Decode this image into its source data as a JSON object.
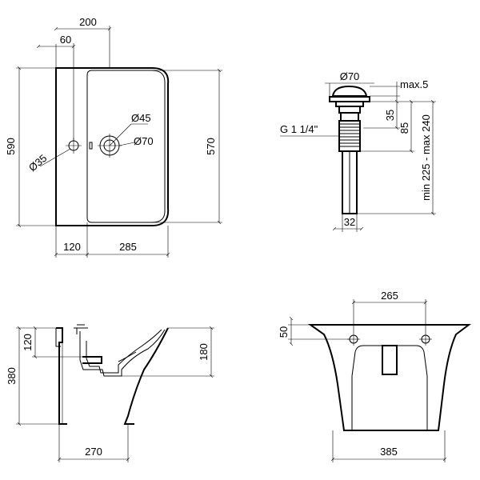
{
  "top_view": {
    "dim_200": "200",
    "dim_60": "60",
    "dim_590": "590",
    "dim_570": "570",
    "dim_d35": "Ø35",
    "dim_d45": "Ø45",
    "dim_d70": "Ø70",
    "dim_120": "120",
    "dim_285": "285"
  },
  "drain_view": {
    "dim_d70": "Ø70",
    "dim_max5": "max.5",
    "dim_35": "35",
    "dim_85": "85",
    "thread": "G 1 1/4\"",
    "dim_range": "min 225 - max 240",
    "dim_32": "32"
  },
  "side_view": {
    "dim_120": "120",
    "dim_380": "380",
    "dim_180": "180",
    "dim_270": "270"
  },
  "front_view": {
    "dim_265": "265",
    "dim_50": "50",
    "dim_385": "385"
  }
}
